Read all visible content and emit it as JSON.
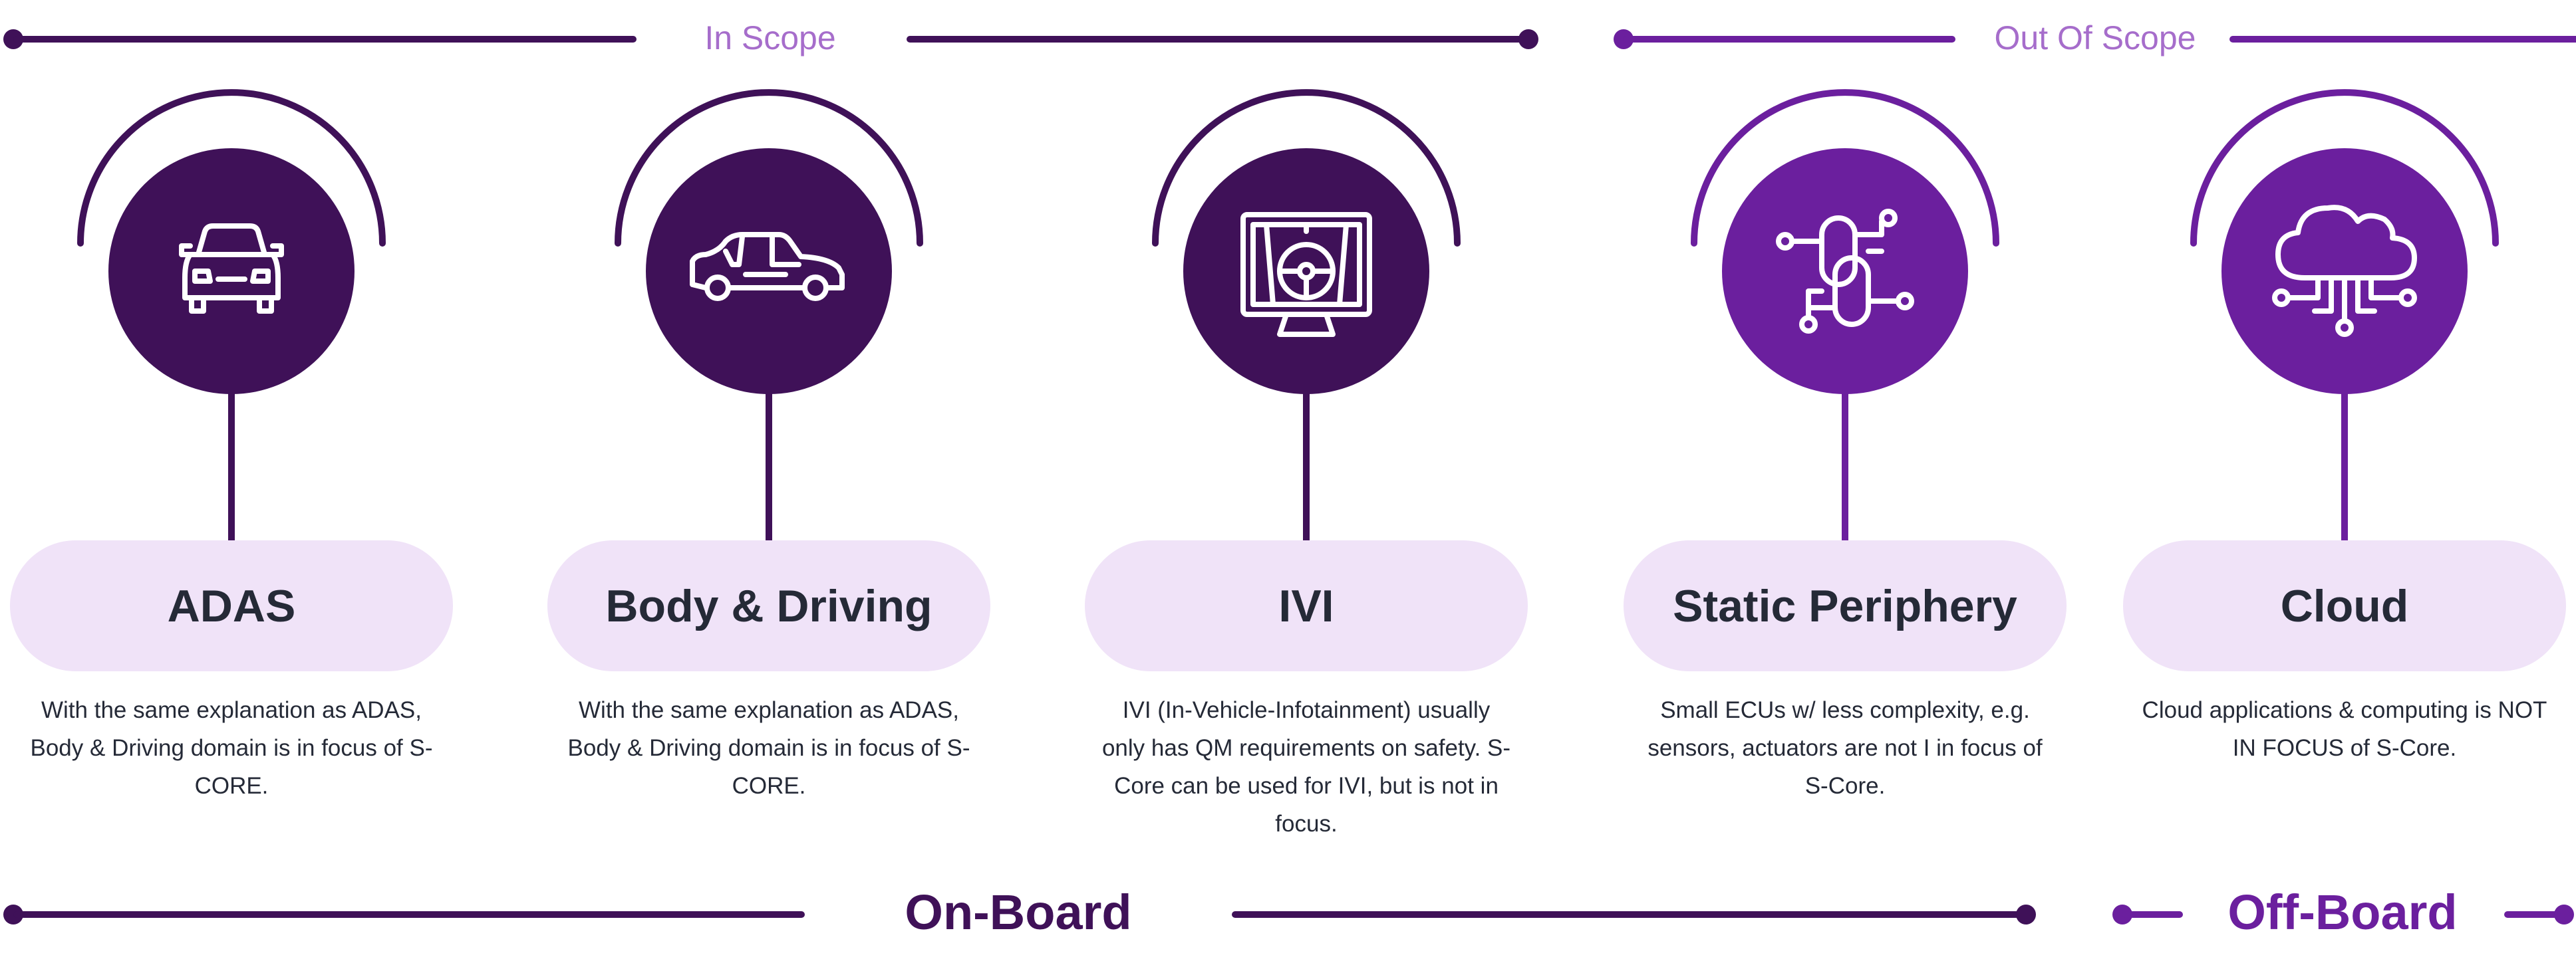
{
  "headers": {
    "in_scope": "In Scope",
    "out_of_scope": "Out Of Scope",
    "on_board": "On-Board",
    "off_board": "Off-Board"
  },
  "colors": {
    "in_scope": "#3f1158",
    "out_of_scope": "#6b1f9e",
    "scope_label": "#a66dcb",
    "pill": "#f0e3f8",
    "text": "#252a37"
  },
  "domains": [
    {
      "title": "ADAS",
      "icon": "car-front-icon",
      "description": "With the same explanation as ADAS, Body & Driving domain is in focus of S-CORE."
    },
    {
      "title": "Body & Driving",
      "icon": "car-side-icon",
      "description": "With the same explanation as ADAS, Body & Driving domain is in focus of S-CORE."
    },
    {
      "title": "IVI",
      "icon": "monitor-steering-wheel-icon",
      "description": "IVI (In-Vehicle-Infotainment) usually only has QM requirements on safety. S-Core can be used for IVI, but is not in focus."
    },
    {
      "title": "Static Periphery",
      "icon": "chain-link-circuit-icon",
      "description": "Small ECUs w/ less complexity, e.g. sensors, actuators are not I in focus of S-Core."
    },
    {
      "title": "Cloud",
      "icon": "cloud-network-icon",
      "description": "Cloud applications & computing is NOT IN FOCUS of S-Core."
    }
  ]
}
